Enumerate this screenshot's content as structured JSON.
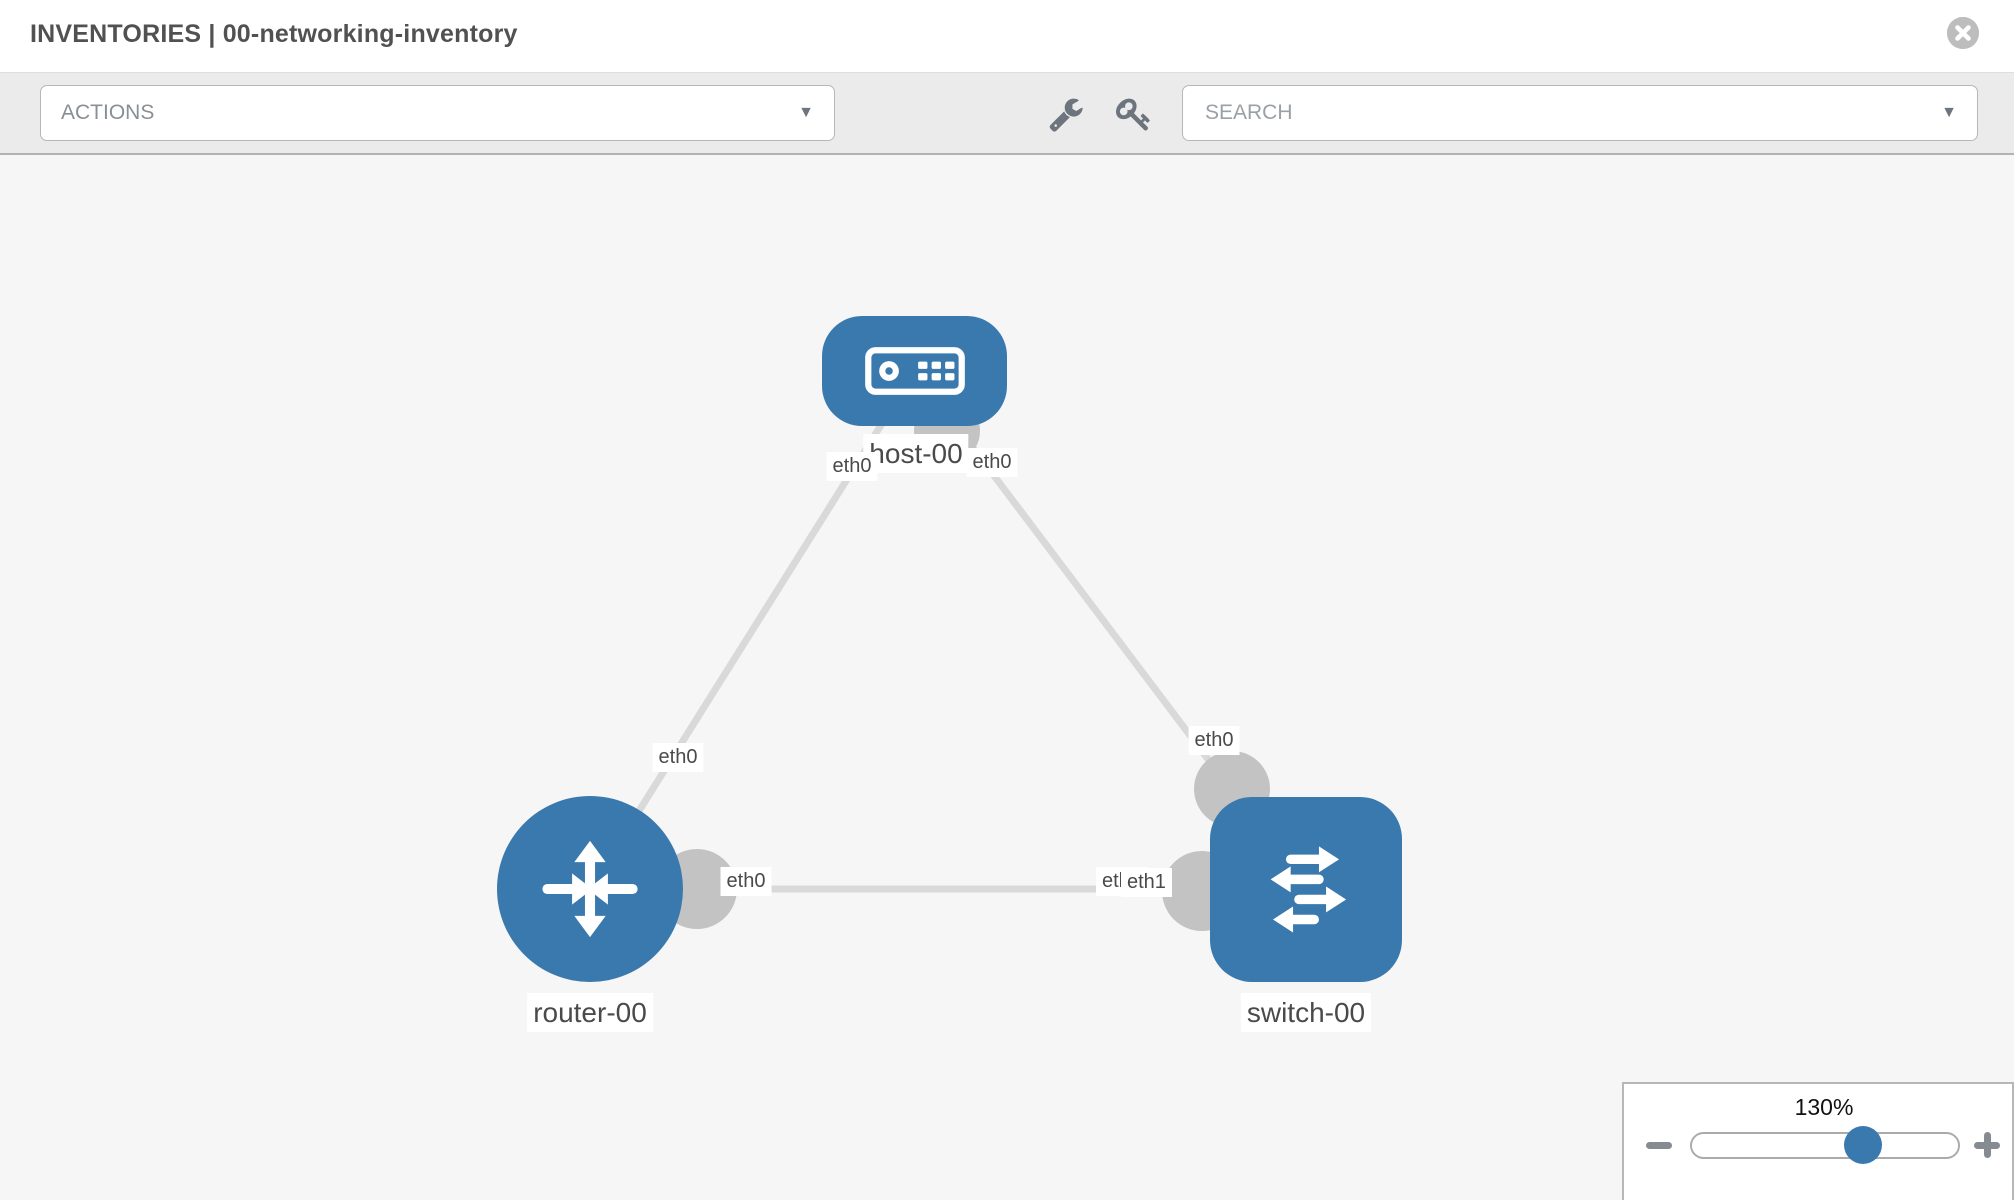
{
  "header": {
    "title": "INVENTORIES | 00-networking-inventory"
  },
  "toolbar": {
    "actions": {
      "label": "ACTIONS",
      "caret_glyph": "▼"
    },
    "search": {
      "placeholder": "SEARCH",
      "value": "",
      "caret_glyph": "▼"
    },
    "icons": [
      "wrench-icon",
      "key-icon"
    ]
  },
  "topology": {
    "nodes": [
      {
        "id": "host-00",
        "type": "host",
        "label": "host-00",
        "icon": "host-icon"
      },
      {
        "id": "router-00",
        "type": "router",
        "label": "router-00",
        "icon": "router-icon"
      },
      {
        "id": "switch-00",
        "type": "switch",
        "label": "switch-00",
        "icon": "switch-icon"
      }
    ],
    "links": [
      {
        "between": [
          "host-00",
          "router-00"
        ],
        "label_a": "eth0",
        "label_b": "eth0"
      },
      {
        "between": [
          "host-00",
          "switch-00"
        ],
        "label_a": "eth0",
        "label_b": "eth0"
      },
      {
        "between": [
          "router-00",
          "switch-00"
        ],
        "label_a": "eth0",
        "label_b": "eth1",
        "label_b_overlapped": "eth0"
      }
    ]
  },
  "zoom_control": {
    "level": "130%",
    "icons": [
      "minus-icon",
      "plus-icon"
    ]
  },
  "colors": {
    "node_blue": "#3a79ae",
    "link_gray": "#d9d9d9",
    "connector_gray": "#c3c3c3",
    "toolbar_bg": "#ebebeb",
    "canvas_bg": "#f6f6f6",
    "slider_thumb_blue": "#3a79ae"
  }
}
